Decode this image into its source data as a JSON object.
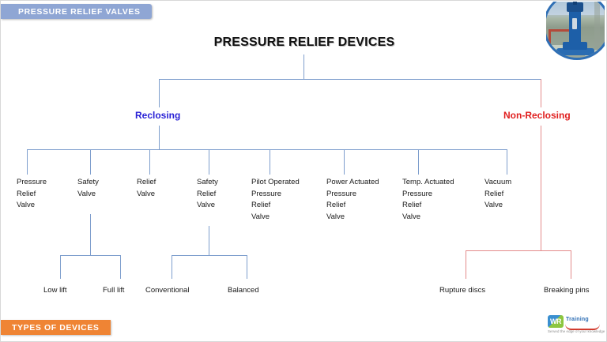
{
  "slide": {
    "top_ribbon": "PRESSURE RELIEF VALVES",
    "bottom_ribbon": "TYPES OF DEVICES",
    "title": "PRESSURE RELIEF DEVICES"
  },
  "logo": {
    "badge": "WR",
    "word": "Training",
    "tagline": "Served the edge of your knowledge"
  },
  "colors": {
    "reclosing": "#2a22d6",
    "non_reclosing": "#e01f1f",
    "connector_blue": "#7e9ecd",
    "connector_red": "#e38b8b",
    "ribbon_top": "#8fa6d4",
    "ribbon_bottom": "#ef8434"
  },
  "chart_data": {
    "type": "tree",
    "title": "PRESSURE RELIEF DEVICES",
    "root": "PRESSURE RELIEF DEVICES",
    "branches": [
      {
        "label": "Reclosing",
        "color": "#2a22d6",
        "children": [
          {
            "label": "Pressure Relief Valve",
            "lines": [
              "Pressure",
              "Relief",
              "Valve"
            ],
            "children": []
          },
          {
            "label": "Safety Valve",
            "lines": [
              "Safety",
              "Valve"
            ],
            "children": [
              "Low lift",
              "Full lift"
            ]
          },
          {
            "label": "Relief Valve",
            "lines": [
              "Relief",
              "Valve"
            ],
            "children": []
          },
          {
            "label": "Safety Relief Valve",
            "lines": [
              "Safety",
              "Relief",
              "Valve"
            ],
            "children": [
              "Conventional",
              "Balanced"
            ]
          },
          {
            "label": "Pilot Operated Pressure Relief Valve",
            "lines": [
              "Pilot Operated",
              "Pressure",
              "Relief",
              "Valve"
            ],
            "children": []
          },
          {
            "label": "Power Actuated Pressure Relief Valve",
            "lines": [
              "Power Actuated",
              "Pressure",
              "Relief",
              "Valve"
            ],
            "children": []
          },
          {
            "label": "Temp. Actuated Pressure Relief Valve",
            "lines": [
              "Temp. Actuated",
              "Pressure",
              "Relief",
              "Valve"
            ],
            "children": []
          },
          {
            "label": "Vacuum Relief Valve",
            "lines": [
              "Vacuum",
              "Relief",
              "Valve"
            ],
            "children": []
          }
        ]
      },
      {
        "label": "Non-Reclosing",
        "color": "#e01f1f",
        "children": [
          {
            "label": "Rupture discs",
            "lines": [
              "Rupture discs"
            ],
            "children": []
          },
          {
            "label": "Breaking pins",
            "lines": [
              "Breaking pins"
            ],
            "children": []
          }
        ]
      }
    ],
    "leaves": [
      {
        "l1": "Pressure",
        "l2": "Relief",
        "l3": "Valve",
        "l4": ""
      },
      {
        "l1": "Safety",
        "l2": "Valve",
        "l3": "",
        "l4": ""
      },
      {
        "l1": "Relief",
        "l2": "Valve",
        "l3": "",
        "l4": ""
      },
      {
        "l1": "Safety",
        "l2": "Relief",
        "l3": "Valve",
        "l4": ""
      },
      {
        "l1": "Pilot Operated",
        "l2": "Pressure",
        "l3": "Relief",
        "l4": "Valve"
      },
      {
        "l1": "Power Actuated",
        "l2": "Pressure",
        "l3": "Relief",
        "l4": "Valve"
      },
      {
        "l1": "Temp. Actuated",
        "l2": "Pressure",
        "l3": "Relief",
        "l4": "Valve"
      },
      {
        "l1": "Vacuum",
        "l2": "Relief",
        "l3": "Valve",
        "l4": ""
      }
    ],
    "sub_labels": {
      "low_lift": "Low lift",
      "full_lift": "Full lift",
      "conventional": "Conventional",
      "balanced": "Balanced",
      "rupture_discs": "Rupture discs",
      "breaking_pins": "Breaking pins"
    },
    "level1": {
      "reclosing": "Reclosing",
      "non_reclosing": "Non-Reclosing"
    }
  }
}
